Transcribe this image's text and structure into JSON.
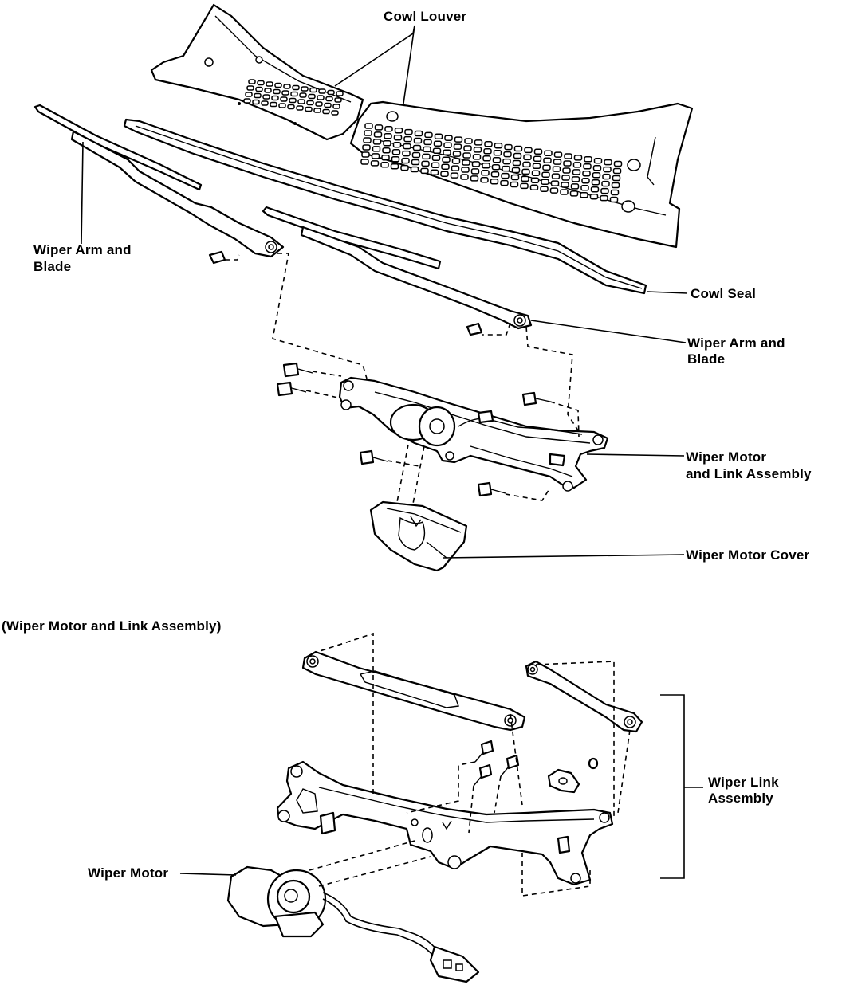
{
  "labels": {
    "cowl_louver": "Cowl Louver",
    "cowl_seal": "Cowl Seal",
    "wiper_arm_left_line1": "Wiper Arm and",
    "wiper_arm_left_line2": "Blade",
    "wiper_arm_right_line1": "Wiper Arm and",
    "wiper_arm_right_line2": "Blade",
    "motor_link_line1": "Wiper Motor",
    "motor_link_line2": "and Link Assembly",
    "motor_cover": "Wiper Motor Cover",
    "section_title": "(Wiper Motor and Link Assembly)",
    "wiper_motor": "Wiper Motor",
    "link_assembly_line1": "Wiper Link",
    "link_assembly_line2": "Assembly"
  }
}
